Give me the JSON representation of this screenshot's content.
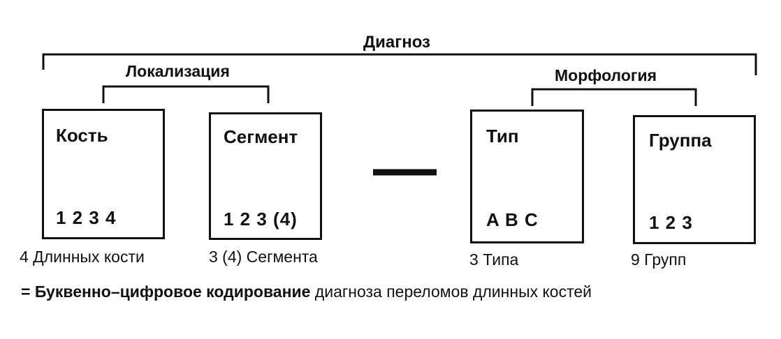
{
  "diagnosis_label": "Диагноз",
  "groups": {
    "localization": "Локализация",
    "morphology": "Морфология"
  },
  "boxes": [
    {
      "title": "Кость",
      "values": "1 2 3 4",
      "caption": "4 Длинных кости"
    },
    {
      "title": "Сегмент",
      "values": "1 2 3 (4)",
      "caption": "3 (4) Сегмента"
    },
    {
      "title": "Тип",
      "values": "A B C",
      "caption": "3 Типа"
    },
    {
      "title": "Группа",
      "values": "1 2 3",
      "caption": "9 Групп"
    }
  ],
  "footer": {
    "prefix": "= Буквенно–цифровое кодирование",
    "suffix": " диагноза переломов длинных костей"
  }
}
